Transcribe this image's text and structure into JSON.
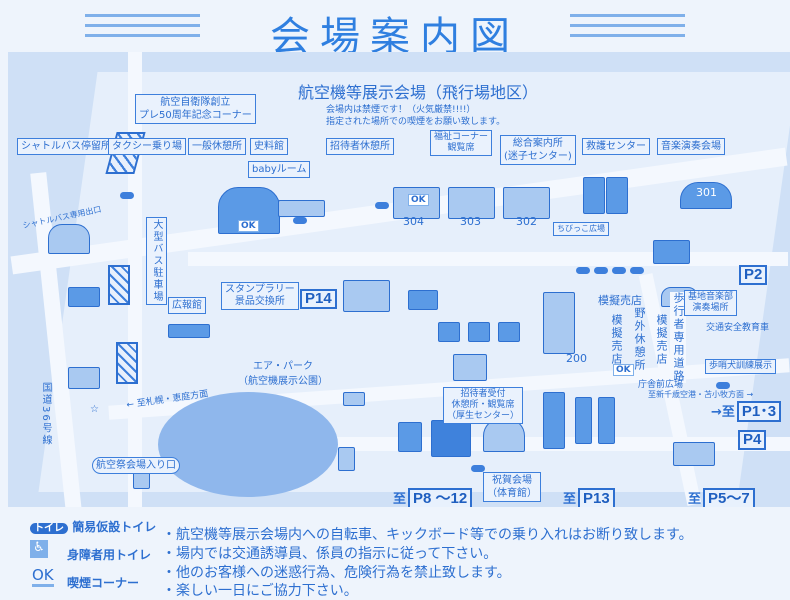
{
  "header": {
    "title": "会場案内図"
  },
  "map": {
    "area_title": "航空機等展示会場（飛行場地区）",
    "smoking_notice": [
      "会場内は禁煙です！（火気厳禁!!!!）",
      "指定された場所での喫煙をお願い致します。"
    ],
    "labels": {
      "anniversary_corner": [
        "航空自衛隊創立",
        "プレ50周年記念コーナー"
      ],
      "shuttle_bus_stop": "シャトルバス停留所",
      "taxi_stand": "タクシー乗り場",
      "general_rest_area": "一般休憩所",
      "history_museum": "史料館",
      "baby_room": "babyルーム",
      "guest_rest_area": "招待者休憩所",
      "welfare_seats": [
        "福祉コーナー",
        "観覧席"
      ],
      "information_center": [
        "総合案内所",
        "(迷子センター)"
      ],
      "first_aid_center": "救護センター",
      "music_venue": "音楽演奏会場",
      "shuttle_exit": "シャトルバス専用出口",
      "large_bus_parking": "大型バス駐車場",
      "pr_hall": "広報館",
      "stamp_rally": [
        "スタンプラリー",
        "景品交換所"
      ],
      "air_park": [
        "エア・パーク",
        "（航空機展示公園）"
      ],
      "to_sapporo": "← 至札幌・恵庭方面",
      "route36": "国道36号線",
      "entrance": "航空祭会場入り口",
      "guest_reception": [
        "招待者受付",
        "休憩所・観覧席",
        "（厚生センター）"
      ],
      "celebration_hall": [
        "祝賀会場",
        "（体育館）"
      ],
      "kids_plaza": "ちびっこ広場",
      "shop_1": "模擬売店",
      "shop_2": "模擬売店",
      "shop_3": "模擬売店",
      "outdoor_rest": "野外休憩所",
      "pedestrian_road": "歩行者専用道路",
      "band_venue": [
        "基地音楽部",
        "演奏場所"
      ],
      "traffic_safety_car": "交通安全教育車",
      "dog_demo": "歩哨犬訓練展示",
      "front_plaza": "庁舎前広場",
      "to_airport": "至新千歳空港・苫小牧方面 →"
    },
    "building_numbers": [
      "304",
      "303",
      "302",
      "301",
      "200"
    ],
    "parking": {
      "p14": "P14",
      "p2": "P2",
      "p4": "P4",
      "p1_3": "P1･3",
      "p8_12": "P8 ～12",
      "p13": "P13",
      "p5_7": "P5～7",
      "to_prefix": "至",
      "to_arrow_prefix": "→至"
    },
    "ok_mark": "OK"
  },
  "legend": {
    "toilet_badge": "トイレ",
    "toilet": "簡易仮設トイレ",
    "accessible_toilet": "身障者用トイレ",
    "ok_badge": "OK",
    "smoking_corner": "喫煙コーナー"
  },
  "notes": [
    "・航空機等展示会場内への自転車、キックボード等での乗り入れはお断り致します。",
    "・場内では交通誘導員、係員の指示に従って下さい。",
    "・他のお客様への迷惑行為、危険行為を禁止致します。",
    "・楽しい一日にご協力下さい。"
  ],
  "colors": {
    "primary": "#2d6fd0",
    "map_bg": "#cfe0f6",
    "page_bg": "#eef4fc"
  }
}
